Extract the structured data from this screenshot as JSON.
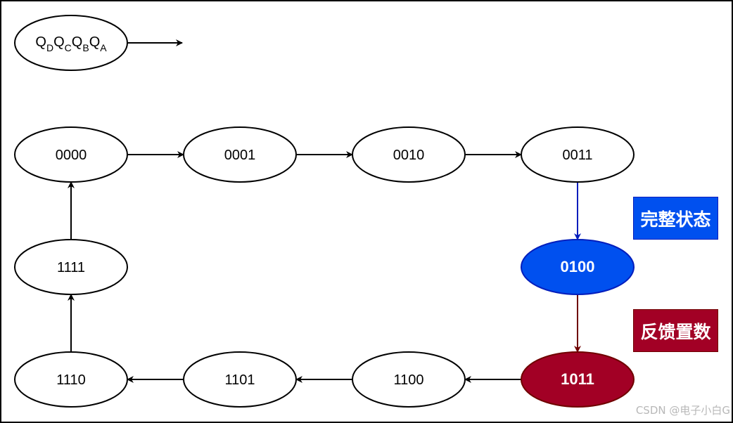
{
  "header_node": {
    "parts": [
      {
        "main": "Q",
        "sub": "D"
      },
      {
        "main": "Q",
        "sub": "C"
      },
      {
        "main": "Q",
        "sub": "B"
      },
      {
        "main": "Q",
        "sub": "A"
      }
    ]
  },
  "states": [
    {
      "id": "s0000",
      "label": "0000",
      "style": "normal"
    },
    {
      "id": "s0001",
      "label": "0001",
      "style": "normal"
    },
    {
      "id": "s0010",
      "label": "0010",
      "style": "normal"
    },
    {
      "id": "s0011",
      "label": "0011",
      "style": "normal"
    },
    {
      "id": "s0100",
      "label": "0100",
      "style": "complete"
    },
    {
      "id": "s1011",
      "label": "1011",
      "style": "feedback"
    },
    {
      "id": "s1100",
      "label": "1100",
      "style": "normal"
    },
    {
      "id": "s1101",
      "label": "1101",
      "style": "normal"
    },
    {
      "id": "s1110",
      "label": "1110",
      "style": "normal"
    },
    {
      "id": "s1111",
      "label": "1111",
      "style": "normal"
    }
  ],
  "transitions": [
    {
      "from": "s0000",
      "to": "s0001"
    },
    {
      "from": "s0001",
      "to": "s0010"
    },
    {
      "from": "s0010",
      "to": "s0011"
    },
    {
      "from": "s0011",
      "to": "s0100"
    },
    {
      "from": "s0100",
      "to": "s1011"
    },
    {
      "from": "s1011",
      "to": "s1100"
    },
    {
      "from": "s1100",
      "to": "s1101"
    },
    {
      "from": "s1101",
      "to": "s1110"
    },
    {
      "from": "s1110",
      "to": "s1111"
    },
    {
      "from": "s1111",
      "to": "s0000"
    }
  ],
  "legend": {
    "complete_label": "完整状态",
    "feedback_label": "反馈置数"
  },
  "colors": {
    "complete_fill": "#0050EF",
    "complete_stroke": "#001DBC",
    "feedback_fill": "#A20025",
    "feedback_stroke": "#6F0000",
    "normal_fill": "#FFFFFF",
    "normal_stroke": "#000000",
    "normal_edge": "#000000",
    "complete_edge": "#001DBC",
    "feedback_edge": "#6F0000"
  },
  "watermark": "CSDN @电子小白G"
}
